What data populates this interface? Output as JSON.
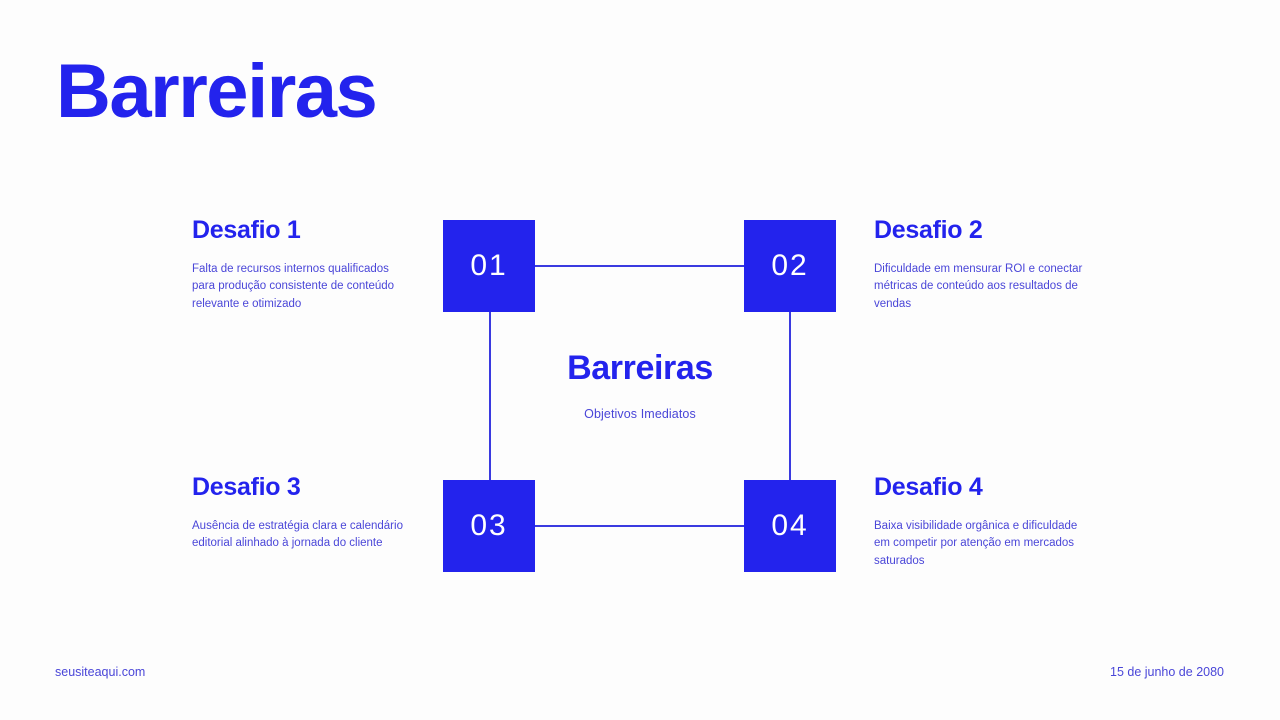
{
  "slide": {
    "title": "Barreiras",
    "background_color": "#fdfdfd",
    "accent_color": "#2323ed",
    "text_color": "#4a46d8"
  },
  "center": {
    "title": "Barreiras",
    "subtitle": "Objetivos Imediatos"
  },
  "nodes": [
    {
      "number": "01",
      "position": "top-left"
    },
    {
      "number": "02",
      "position": "top-right"
    },
    {
      "number": "03",
      "position": "bottom-left"
    },
    {
      "number": "04",
      "position": "bottom-right"
    }
  ],
  "challenges": [
    {
      "title": "Desafio 1",
      "description": "Falta de recursos internos qualificados para produção consistente de conteúdo relevante e otimizado"
    },
    {
      "title": "Desafio 2",
      "description": "Dificuldade em mensurar ROI e conectar métricas de conteúdo aos resultados de vendas"
    },
    {
      "title": "Desafio 3",
      "description": "Ausência de estratégia clara e calendário editorial alinhado à jornada do cliente"
    },
    {
      "title": "Desafio 4",
      "description": "Baixa visibilidade orgânica e dificuldade em competir por atenção em mercados saturados"
    }
  ],
  "footer": {
    "website": "seusiteaqui.com",
    "date": "15 de junho de 2080"
  }
}
